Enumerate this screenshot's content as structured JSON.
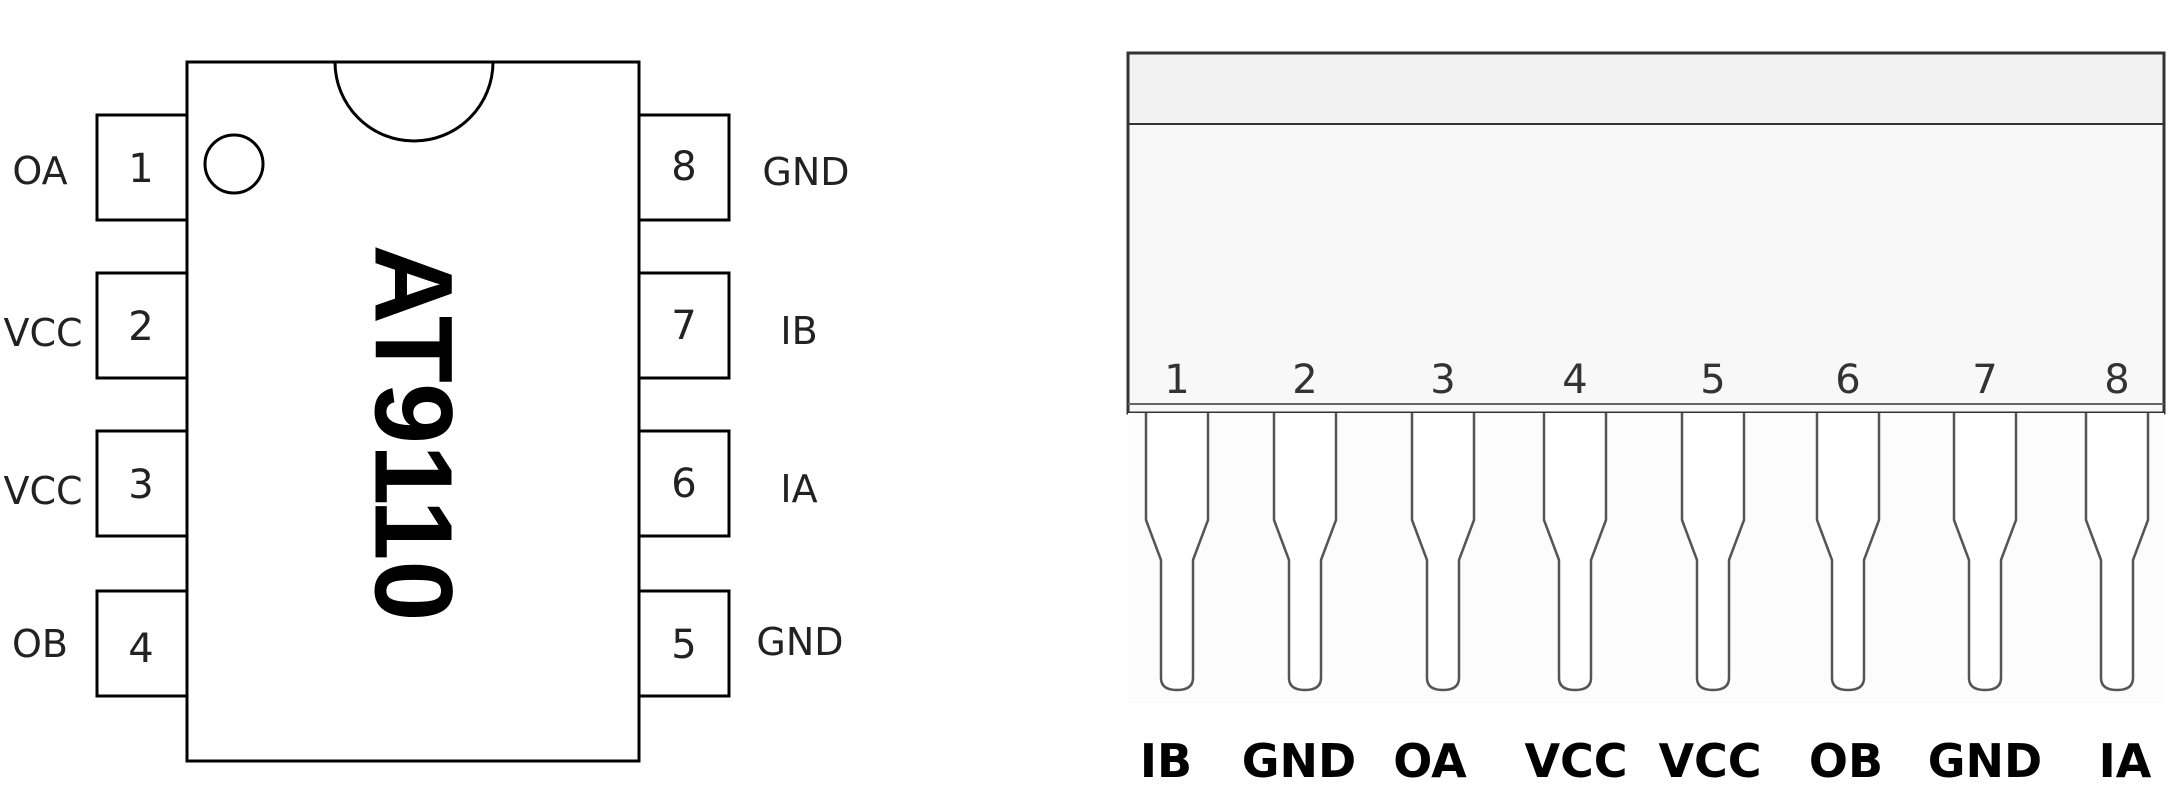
{
  "dip": {
    "part_label": "AT9110",
    "left_pins": [
      {
        "number": "1",
        "name": "OA"
      },
      {
        "number": "2",
        "name": "VCC"
      },
      {
        "number": "3",
        "name": "VCC"
      },
      {
        "number": "4",
        "name": "OB"
      }
    ],
    "right_pins": [
      {
        "number": "8",
        "name": "GND"
      },
      {
        "number": "7",
        "name": "IB"
      },
      {
        "number": "6",
        "name": "IA"
      },
      {
        "number": "5",
        "name": "GND"
      }
    ]
  },
  "sip": {
    "pins": [
      {
        "number": "1",
        "name": "IB"
      },
      {
        "number": "2",
        "name": "GND"
      },
      {
        "number": "3",
        "name": "OA"
      },
      {
        "number": "4",
        "name": "VCC"
      },
      {
        "number": "5",
        "name": "VCC"
      },
      {
        "number": "6",
        "name": "OB"
      },
      {
        "number": "7",
        "name": "GND"
      },
      {
        "number": "8",
        "name": "IA"
      }
    ]
  }
}
